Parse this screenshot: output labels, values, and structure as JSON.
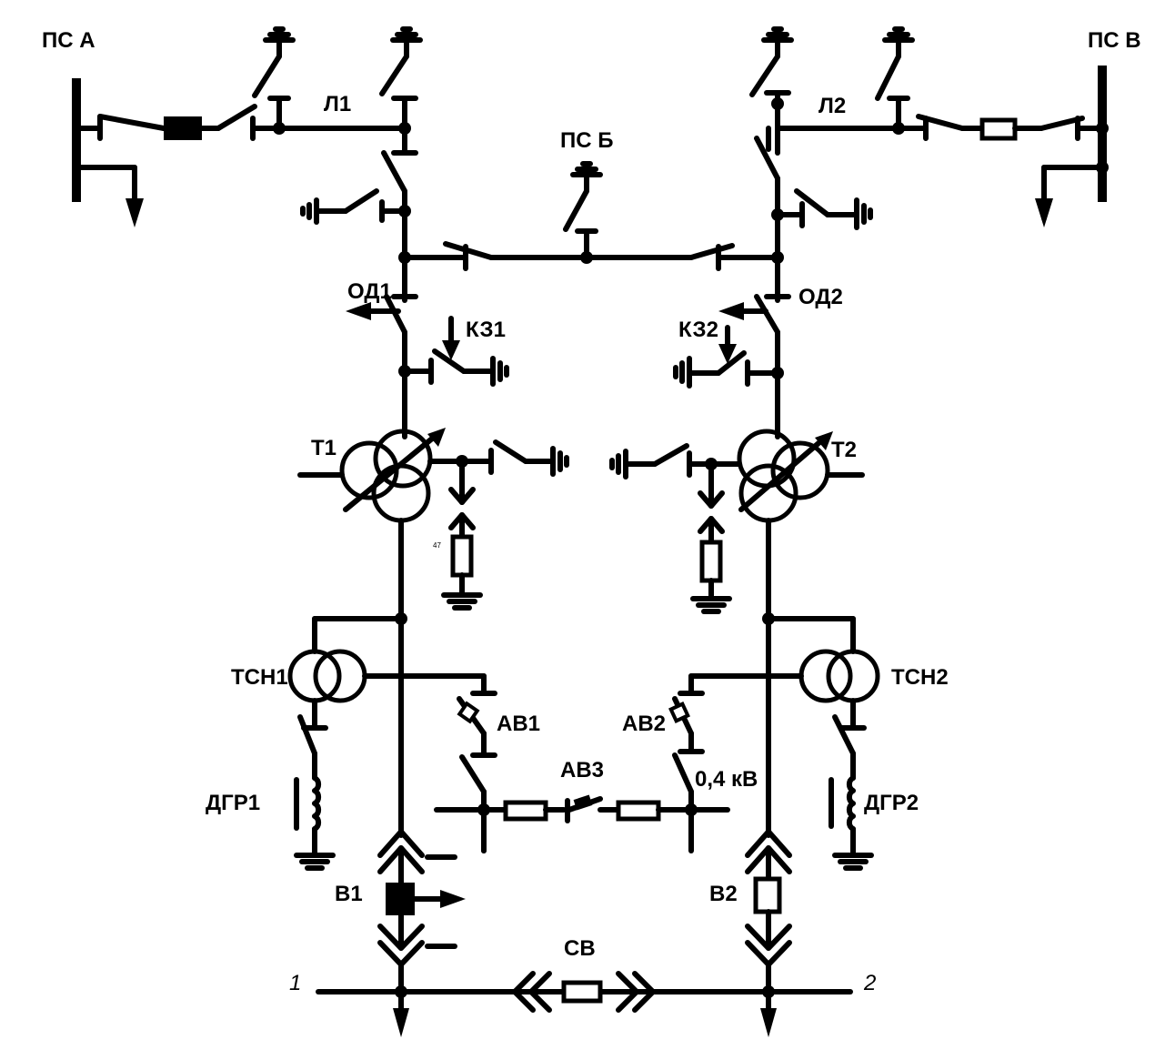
{
  "labels": {
    "ps_a": "ПС А",
    "ps_b": "ПС Б",
    "ps_v": "ПС В",
    "l1": "Л1",
    "l2": "Л2",
    "od1": "ОД1",
    "od2": "ОД2",
    "kz1": "КЗ1",
    "kz2": "КЗ2",
    "t1": "Т1",
    "t2": "Т2",
    "tsn1": "ТСН1",
    "tsn2": "ТСН2",
    "av1": "АВ1",
    "av2": "АВ2",
    "av3": "АВ3",
    "voltage_04": "0,4 кВ",
    "dgr1": "ДГР1",
    "dgr2": "ДГР2",
    "v1": "В1",
    "v2": "В2",
    "sv": "СВ",
    "bus1": "1",
    "bus2": "2",
    "tiny_mark": "47"
  }
}
